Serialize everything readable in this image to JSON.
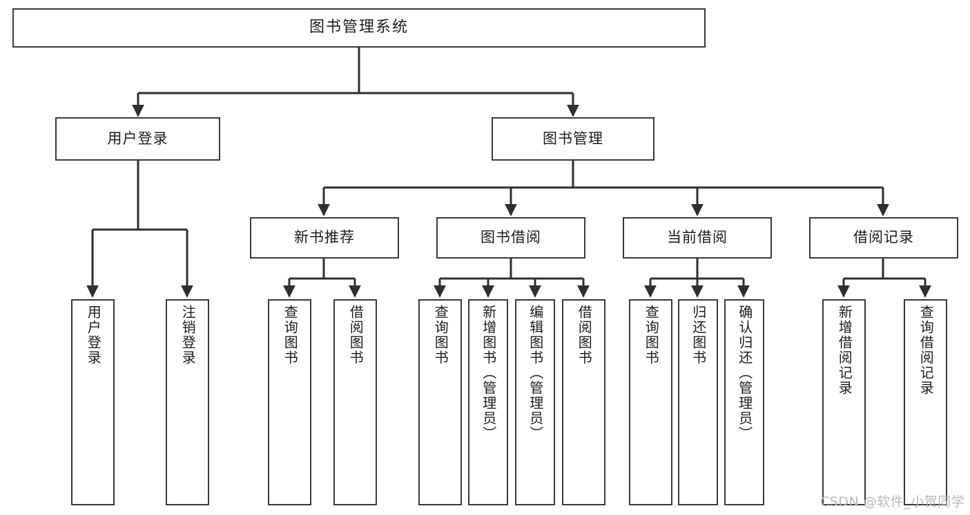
{
  "diagram": {
    "type": "tree-hierarchy-chart",
    "title": "图书管理系统",
    "watermark": "CSDN @软件_小贺同学",
    "colors": {
      "box_border": "#3a3a3a",
      "box_fill": "#ffffff",
      "edge": "#2f2f2f",
      "text": "#1c1c1c",
      "watermark": "#b9b9b9",
      "background": "#ffffff"
    },
    "root": {
      "id": "root",
      "label": "图书管理系统"
    },
    "level2": [
      {
        "id": "user-login",
        "label": "用户登录"
      },
      {
        "id": "book-manage",
        "label": "图书管理"
      }
    ],
    "level3": [
      {
        "id": "new-book-rec",
        "label": "新书推荐",
        "parent": "book-manage"
      },
      {
        "id": "book-borrow",
        "label": "图书借阅",
        "parent": "book-manage"
      },
      {
        "id": "current-borrow",
        "label": "当前借阅",
        "parent": "book-manage"
      },
      {
        "id": "borrow-record",
        "label": "借阅记录",
        "parent": "book-manage"
      }
    ],
    "leaves": [
      {
        "id": "leaf-user-login",
        "label": "用户登录",
        "parent": "user-login"
      },
      {
        "id": "leaf-logout",
        "label": "注销登录",
        "parent": "user-login"
      },
      {
        "id": "leaf-query-book-1",
        "label": "查询图书",
        "parent": "new-book-rec"
      },
      {
        "id": "leaf-borrow-book-1",
        "label": "借阅图书",
        "parent": "new-book-rec"
      },
      {
        "id": "leaf-query-book-2",
        "label": "查询图书",
        "parent": "book-borrow"
      },
      {
        "id": "leaf-add-book",
        "label": "新增图书（管理员）",
        "parent": "book-borrow"
      },
      {
        "id": "leaf-edit-book",
        "label": "编辑图书（管理员）",
        "parent": "book-borrow"
      },
      {
        "id": "leaf-borrow-book-2",
        "label": "借阅图书",
        "parent": "book-borrow"
      },
      {
        "id": "leaf-query-book-3",
        "label": "查询图书",
        "parent": "current-borrow"
      },
      {
        "id": "leaf-return-book",
        "label": "归还图书",
        "parent": "current-borrow"
      },
      {
        "id": "leaf-confirm-return",
        "label": "确认归还（管理员）",
        "parent": "current-borrow"
      },
      {
        "id": "leaf-add-record",
        "label": "新增借阅记录",
        "parent": "borrow-record"
      },
      {
        "id": "leaf-query-record",
        "label": "查询借阅记录",
        "parent": "borrow-record"
      }
    ]
  }
}
